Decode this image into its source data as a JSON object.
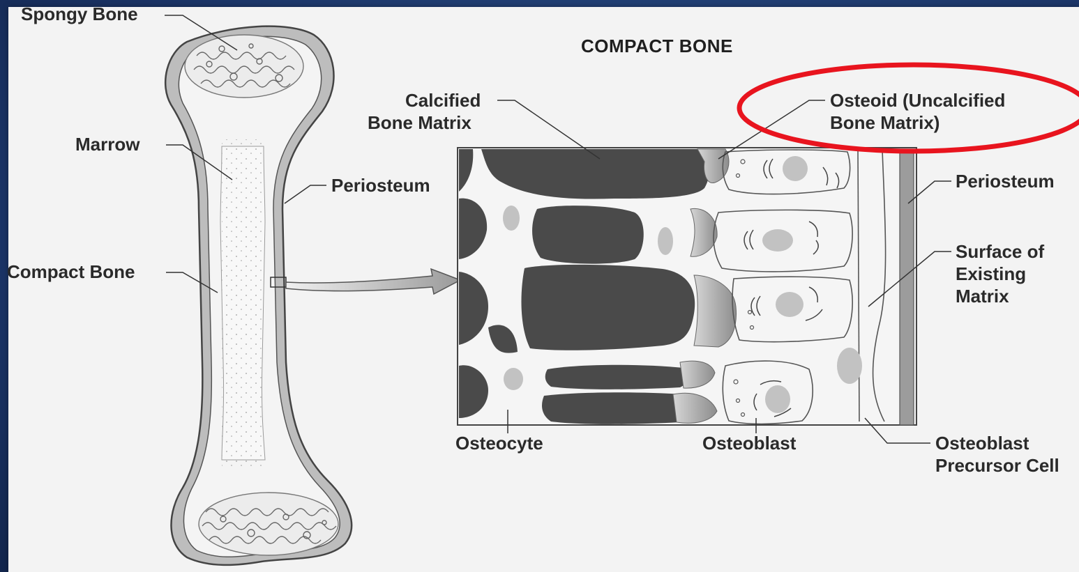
{
  "title": "COMPACT BONE",
  "labels": {
    "spongy_bone": "Spongy Bone",
    "marrow": "Marrow",
    "compact_bone": "Compact Bone",
    "periosteum_left": "Periosteum",
    "calcified_line1": "Calcified",
    "calcified_line2": "Bone Matrix",
    "osteoid_line1": "Osteoid (Uncalcified",
    "osteoid_line2": "Bone Matrix)",
    "periosteum_right": "Periosteum",
    "surface_line1": "Surface of",
    "surface_line2": "Existing",
    "surface_line3": "Matrix",
    "osteocyte": "Osteocyte",
    "osteoblast": "Osteoblast",
    "precursor_line1": "Osteoblast",
    "precursor_line2": "Precursor Cell"
  },
  "colors": {
    "highlight_ellipse": "#e8141e",
    "dark_matrix": "#4a4a4a",
    "osteoid_gray": "#b8b8b8",
    "background": "#1e3a6e"
  }
}
